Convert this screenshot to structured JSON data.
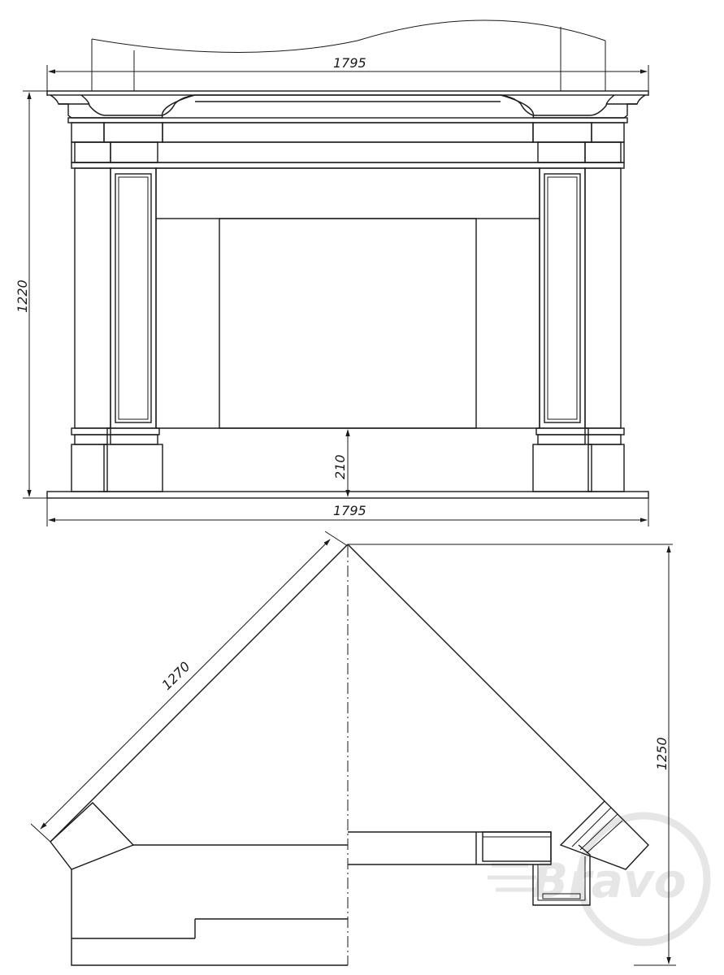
{
  "front_view": {
    "width_top": "1795",
    "width_bottom": "1795",
    "height": "1220",
    "firebox_height": "210"
  },
  "plan_view": {
    "side_length": "1270",
    "depth": "1250"
  },
  "watermark": {
    "text": "Bravo"
  },
  "colors": {
    "line": "#1a1a1a",
    "watermark": "#e6e6e6"
  }
}
